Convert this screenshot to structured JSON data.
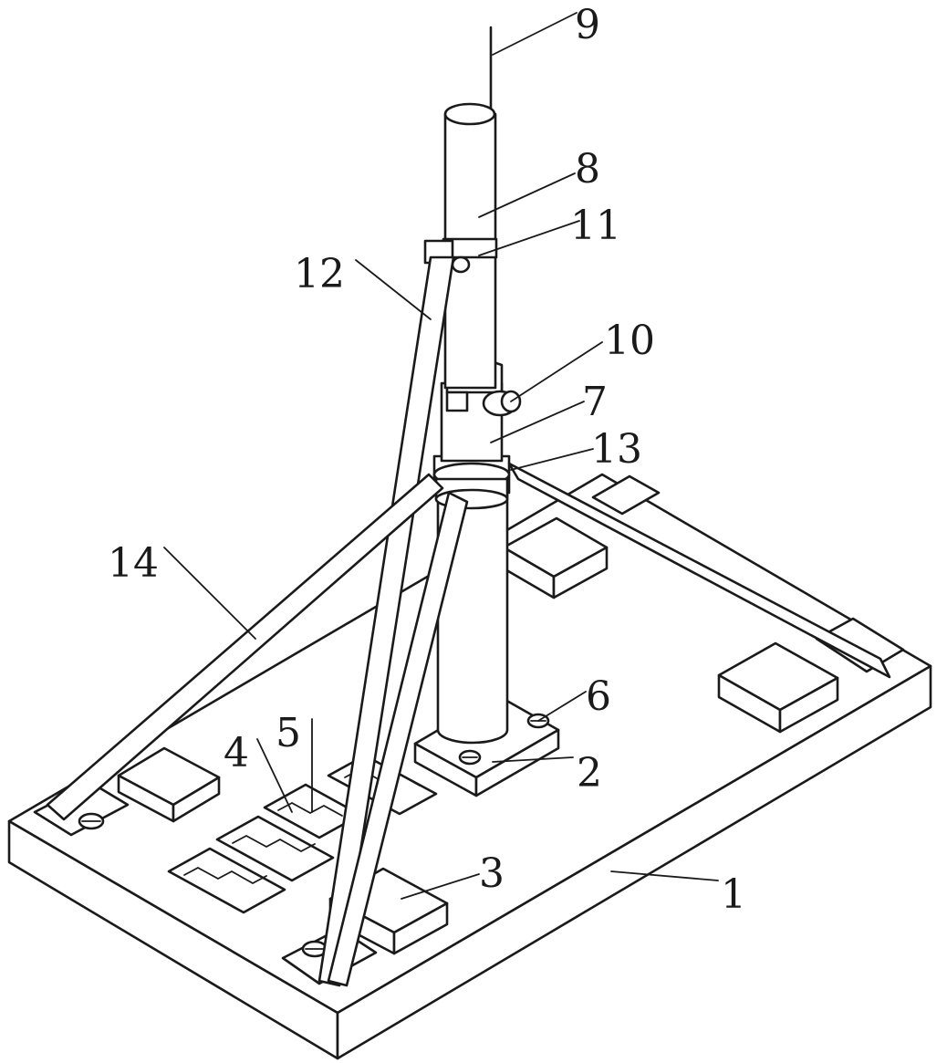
{
  "colors": {
    "stroke": "#1a1a1a",
    "background": "#ffffff"
  },
  "labels": [
    {
      "id": "1",
      "text": "1"
    },
    {
      "id": "2",
      "text": "2"
    },
    {
      "id": "3",
      "text": "3"
    },
    {
      "id": "4",
      "text": "4"
    },
    {
      "id": "5",
      "text": "5"
    },
    {
      "id": "6",
      "text": "6"
    },
    {
      "id": "7",
      "text": "7"
    },
    {
      "id": "8",
      "text": "8"
    },
    {
      "id": "9",
      "text": "9"
    },
    {
      "id": "10",
      "text": "10"
    },
    {
      "id": "11",
      "text": "11"
    },
    {
      "id": "12",
      "text": "12"
    },
    {
      "id": "13",
      "text": "13"
    },
    {
      "id": "14",
      "text": "14"
    }
  ]
}
